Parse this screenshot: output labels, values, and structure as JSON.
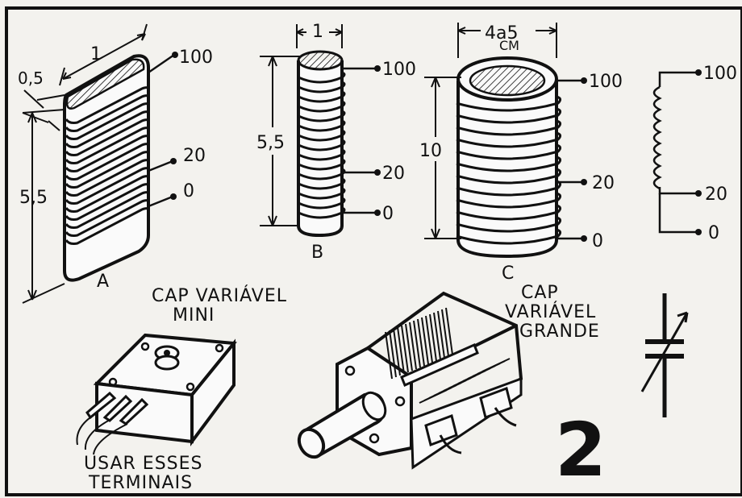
{
  "coil_a": {
    "letter": "A",
    "width_dim": "1",
    "thickness_dim": "0,5",
    "height_dim": "5,5",
    "tap_top": "100",
    "tap_mid": "20",
    "tap_bottom": "0"
  },
  "coil_b": {
    "letter": "B",
    "width_dim": "1",
    "height_dim": "5,5",
    "tap_top": "100",
    "tap_mid": "20",
    "tap_bottom": "0"
  },
  "coil_c": {
    "letter": "C",
    "width_dim": "4a5",
    "width_unit": "CM",
    "height_dim": "10",
    "tap_top": "100",
    "tap_mid": "20",
    "tap_bottom": "0"
  },
  "schematic": {
    "tap_top": "100",
    "tap_mid": "20",
    "tap_bottom": "0"
  },
  "cap_mini": {
    "title_line1": "CAP VARIÁVEL",
    "title_line2": "MINI",
    "note_line1": "USAR ESSES",
    "note_line2": "TERMINAIS"
  },
  "cap_big": {
    "title_line1": "CAP",
    "title_line2": "VARIÁVEL",
    "title_line3": "GRANDE"
  },
  "figure_number": "2"
}
